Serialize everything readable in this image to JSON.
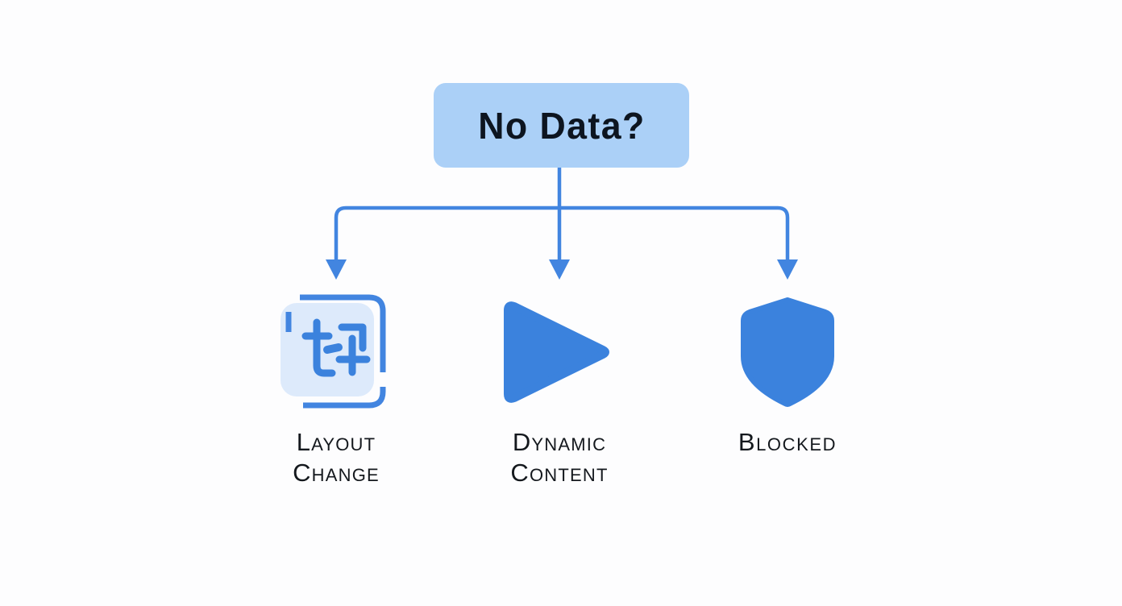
{
  "diagram": {
    "type": "flowchart",
    "orientation": "top-down",
    "background_color": "#fdfdfe",
    "root": {
      "label": "No Data?",
      "fill_color": "#abd0f7",
      "text_color": "#0d1520"
    },
    "connector": {
      "color": "#4285e0",
      "style": "orthogonal-with-arrowheads",
      "branch_count": 3
    },
    "branches": [
      {
        "id": "layout-change",
        "label": "Layout Change",
        "icon": "layout-change-icon",
        "icon_description": "two overlapping rounded squares with rearrange glyph",
        "icon_color": "#4285e0",
        "icon_fill_color": "#ddeafb"
      },
      {
        "id": "dynamic-content",
        "label": "Dynamic Content",
        "icon": "play-triangle-icon",
        "icon_description": "solid right-pointing play triangle",
        "icon_color": "#3b82dd",
        "icon_fill_color": "#3b82dd"
      },
      {
        "id": "blocked",
        "label": "Blocked",
        "icon": "shield-icon",
        "icon_description": "solid shield",
        "icon_color": "#3b82dd",
        "icon_fill_color": "#3b82dd"
      }
    ]
  }
}
